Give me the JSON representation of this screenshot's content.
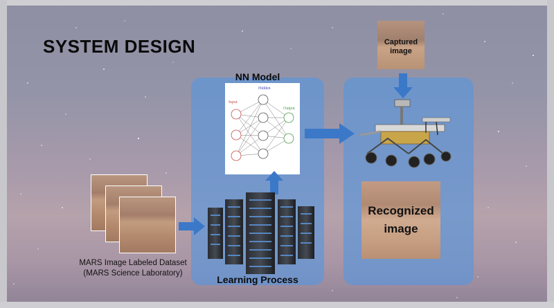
{
  "slide": {
    "title": "SYSTEM DESIGN",
    "nn_model_label": "NN Model",
    "learning_process_label": "Learning Process",
    "dataset_label_line1": "MARS Image Labeled Dataset",
    "dataset_label_line2": "(MARS Science Laboratory)",
    "captured_label_line1": "Captured",
    "captured_label_line2": "image",
    "recognized_label_line1": "Recognized",
    "recognized_label_line2": "image"
  },
  "nn_diagram": {
    "hidden_label": "Hidden",
    "input_label": "Input",
    "output_label": "Output"
  },
  "colors": {
    "panel": "#5f96d7",
    "arrow": "#3b78c8",
    "title": "#0a0a0a"
  },
  "icons": [
    "server-rack-icon",
    "mars-rover-icon",
    "arrow-icon"
  ]
}
